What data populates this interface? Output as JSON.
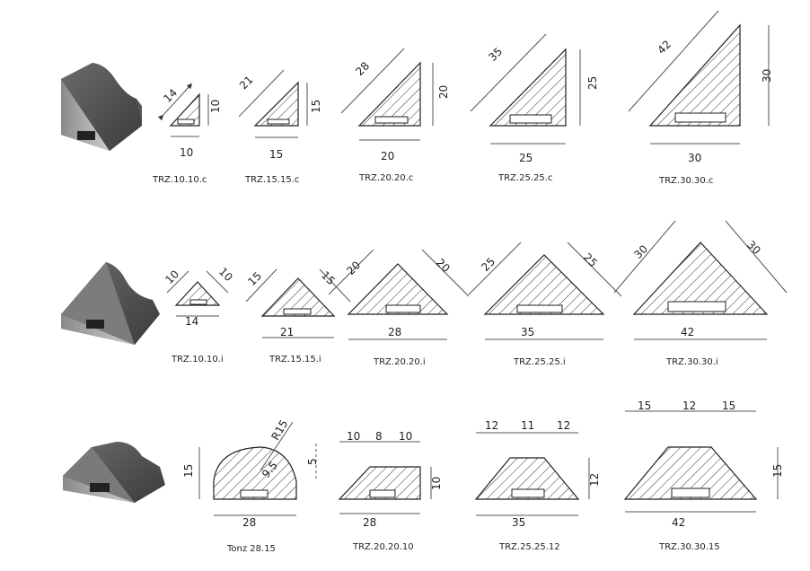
{
  "rows": [
    {
      "name": "chamfer-c",
      "items": [
        {
          "caption": "TRZ.10.10.c",
          "dims": {
            "hyp": "14",
            "base": "10",
            "height": "10"
          }
        },
        {
          "caption": "TRZ.15.15.c",
          "dims": {
            "hyp": "21",
            "base": "15",
            "height": "15"
          }
        },
        {
          "caption": "TRZ.20.20.c",
          "dims": {
            "hyp": "28",
            "base": "20",
            "height": "20"
          }
        },
        {
          "caption": "TRZ.25.25.c",
          "dims": {
            "hyp": "35",
            "base": "25",
            "height": "25"
          }
        },
        {
          "caption": "TRZ.30.30.c",
          "dims": {
            "hyp": "42",
            "base": "30",
            "height": "30"
          }
        }
      ]
    },
    {
      "name": "chamfer-i",
      "items": [
        {
          "caption": "TRZ.10.10.i",
          "dims": {
            "left": "10",
            "right": "10",
            "base": "14"
          }
        },
        {
          "caption": "TRZ.15.15.i",
          "dims": {
            "left": "15",
            "right": "15",
            "base": "21"
          }
        },
        {
          "caption": "TRZ.20.20.i",
          "dims": {
            "left": "20",
            "right": "20",
            "base": "28"
          }
        },
        {
          "caption": "TRZ.25.25.i",
          "dims": {
            "left": "25",
            "right": "25",
            "base": "35"
          }
        },
        {
          "caption": "TRZ.30.30.i",
          "dims": {
            "left": "30",
            "right": "30",
            "base": "42"
          }
        }
      ]
    },
    {
      "name": "chamfer-trap",
      "items": [
        {
          "caption": "Tonz 28.15",
          "dims": {
            "radius": "R15",
            "side": "15",
            "base": "28",
            "angle": "9.5",
            "gap": "5"
          }
        },
        {
          "caption": "TRZ.20.20.10",
          "dims": {
            "t1": "10",
            "t2": "8",
            "t3": "10",
            "base": "28",
            "height": "10"
          }
        },
        {
          "caption": "TRZ.25.25.12",
          "dims": {
            "t1": "12",
            "t2": "11",
            "t3": "12",
            "base": "35",
            "height": "12"
          }
        },
        {
          "caption": "TRZ.30.30.15",
          "dims": {
            "t1": "15",
            "t2": "12",
            "t3": "15",
            "base": "42",
            "height": "15"
          }
        }
      ]
    }
  ]
}
